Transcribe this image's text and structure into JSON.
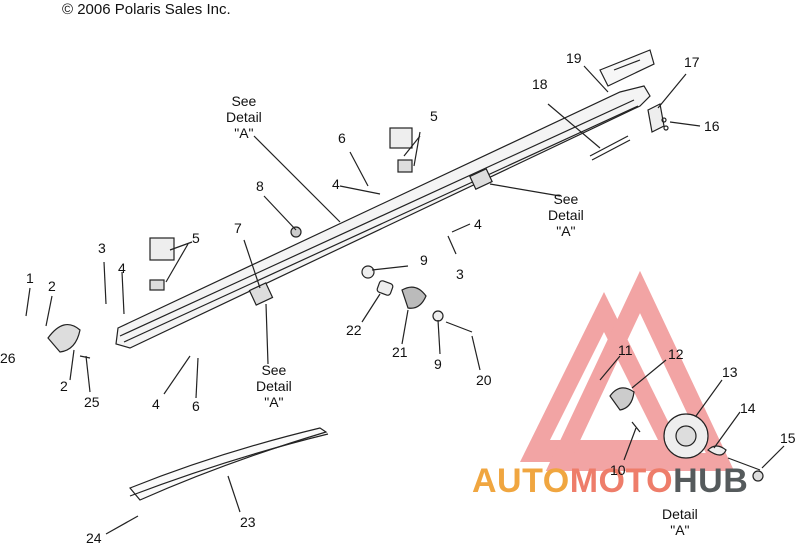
{
  "copyright": "© 2006 Polaris Sales Inc.",
  "watermark": {
    "part1": "AUTO",
    "part2": "MOTO",
    "part3": "HUB",
    "colors": {
      "auto": "#f0a640",
      "moto": "#ee7d6a",
      "hub": "#555a5c",
      "triangle": "#e85a5a"
    }
  },
  "callouts": {
    "see_detail_1": "See\nDetail\n\"A\"",
    "see_detail_2": "See\nDetail\n\"A\"",
    "see_detail_3": "See\nDetail\n\"A\"",
    "detail_a": "Detail\n\"A\""
  },
  "part_numbers": {
    "p1": "1",
    "p2a": "2",
    "p2b": "2",
    "p3a": "3",
    "p3b": "3",
    "p4a": "4",
    "p4b": "4",
    "p4c": "4",
    "p4d": "4",
    "p5a": "5",
    "p5b": "5",
    "p6a": "6",
    "p6b": "6",
    "p7": "7",
    "p8": "8",
    "p9a": "9",
    "p9b": "9",
    "p10": "10",
    "p11": "11",
    "p12": "12",
    "p13": "13",
    "p14": "14",
    "p15": "15",
    "p16": "16",
    "p17": "17",
    "p18": "18",
    "p19": "19",
    "p20": "20",
    "p21": "21",
    "p22": "22",
    "p23": "23",
    "p24": "24",
    "p25": "25",
    "p26": "26"
  }
}
